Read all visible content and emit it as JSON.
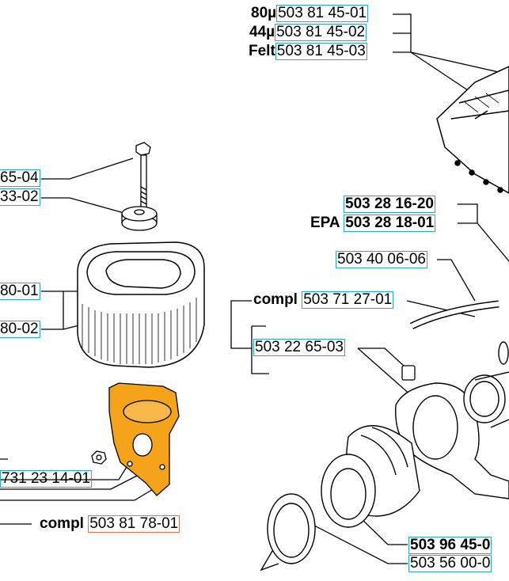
{
  "colors": {
    "box_border": "#2aa7c9",
    "selected_border": "#e0714a",
    "highlight_part": "#f5a318",
    "line": "#000000"
  },
  "labels": {
    "filter_80": {
      "prefix": "80µ",
      "pn": "503 81 45-01"
    },
    "filter_44": {
      "prefix": "44µ",
      "pn": "503 81 45-02"
    },
    "filter_felt": {
      "prefix": "Felt",
      "pn": "503 81 45-03"
    },
    "screw": {
      "pn": "65-04"
    },
    "knob": {
      "pn": "33-02"
    },
    "filter_top": {
      "pn": "80-01"
    },
    "filter_bottom": {
      "pn": "80-02"
    },
    "nut": {
      "pn": "731 23 14-01"
    },
    "holder_compl": {
      "prefix": "compl",
      "pn": "503 81 78-01"
    },
    "gasket_a": {
      "pn": "503 28 16-20"
    },
    "gasket_epa": {
      "prefix": "EPA",
      "pn": "503 28 18-01"
    },
    "hose": {
      "pn": "503 40 06-06"
    },
    "intake_compl": {
      "prefix": "compl",
      "pn": "503 71 27-01"
    },
    "clamp": {
      "pn": "503 22 65-03"
    },
    "intake_bottom_1": {
      "pn": "503 96 45-0"
    },
    "intake_bottom_2": {
      "pn": "503 56 00-0"
    }
  }
}
